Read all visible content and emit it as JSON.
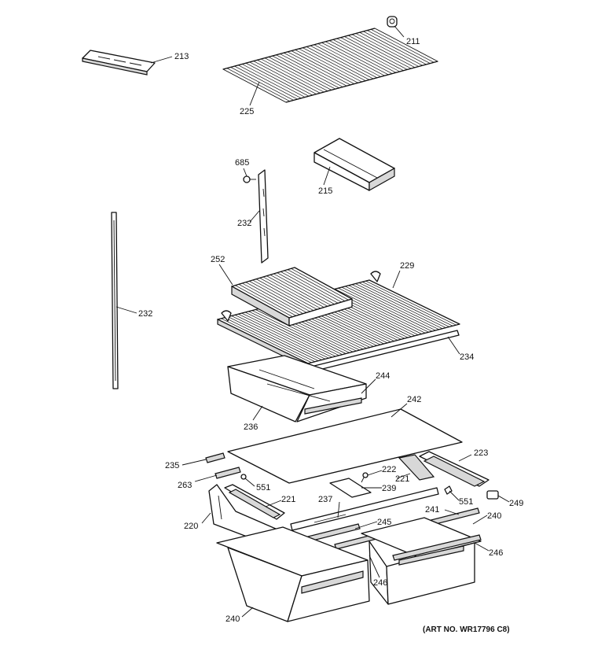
{
  "callouts": {
    "c211": "211",
    "c213": "213",
    "c225": "225",
    "c685": "685",
    "c215": "215",
    "c232a": "232",
    "c232b": "232",
    "c252": "252",
    "c229": "229",
    "c234": "234",
    "c244": "244",
    "c242": "242",
    "c236": "236",
    "c235": "235",
    "c223": "223",
    "c222": "222",
    "c221a": "221",
    "c263": "263",
    "c551a": "551",
    "c239": "239",
    "c221b": "221",
    "c237": "237",
    "c551b": "551",
    "c249": "249",
    "c241": "241",
    "c240a": "240",
    "c220": "220",
    "c245": "245",
    "c246a": "246",
    "c246b": "246",
    "c240b": "240"
  },
  "art_number": "(ART NO. WR17796 C8)"
}
